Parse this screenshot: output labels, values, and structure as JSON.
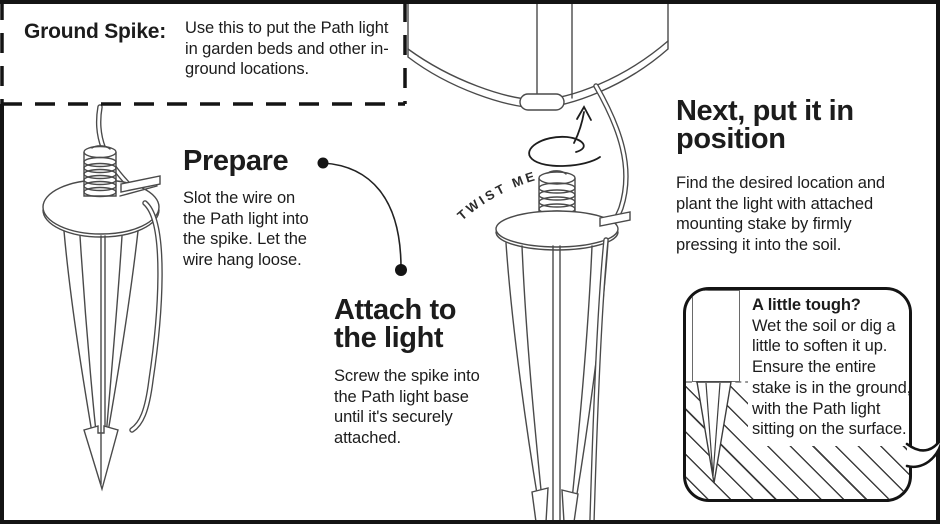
{
  "colors": {
    "ink": "#1c1c1c",
    "line_art": "#4a4a4a",
    "background": "#ffffff",
    "hatch": "#3d3d3d"
  },
  "intro_box": {
    "title": "Ground Spike:",
    "description": "Use this to put the Path light in garden beds and other in-ground locations."
  },
  "steps": {
    "prepare": {
      "heading": "Prepare",
      "body": "Slot the wire on the Path light into the spike. Let the wire hang loose."
    },
    "attach": {
      "heading": "Attach to the light",
      "body": "Screw the spike into the Path light base until it's securely attached."
    },
    "position": {
      "heading": "Next, put it in position",
      "body": "Find the desired location and plant the light with attached mounting stake by firmly pressing it into the soil."
    }
  },
  "tip_bubble": {
    "title": "A little tough?",
    "body": "Wet the soil or dig a little to soften it up. Ensure the entire stake is in the ground, with the Path light sitting on the surface."
  },
  "illustrations": {
    "twist_label": "TWIST ME"
  }
}
